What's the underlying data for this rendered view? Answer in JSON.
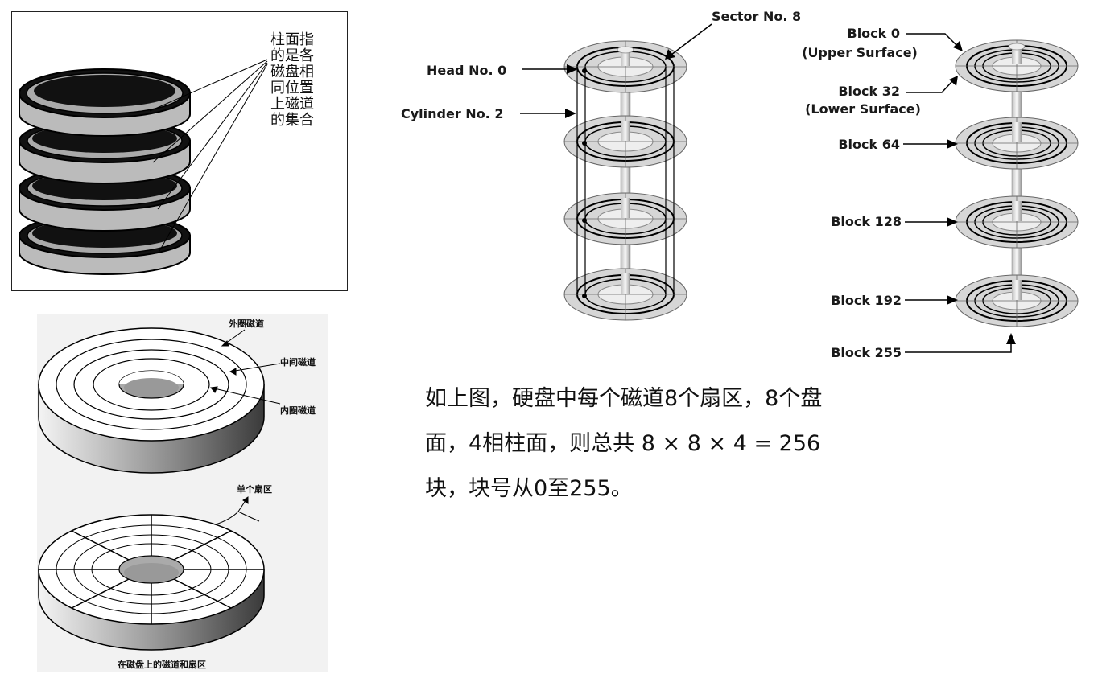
{
  "cylinder_fig": {
    "label_lines": [
      "柱面指",
      "的是各",
      "磁盘相",
      "同位置",
      "上磁道",
      "的集合"
    ]
  },
  "track_fig": {
    "outer_track": "外圈磁道",
    "middle_track": "中间磁道",
    "inner_track": "内圈磁道",
    "single_sector": "单个扇区",
    "caption": "在磁盘上的磁道和扇区"
  },
  "head_fig": {
    "sector": "Sector No. 8",
    "head": "Head No. 0",
    "cylinder": "Cylinder No. 2"
  },
  "block_fig": {
    "block0_line1": "Block 0",
    "block0_line2": "(Upper Surface)",
    "block32_line1": "Block 32",
    "block32_line2": "(Lower Surface)",
    "block64": "Block 64",
    "block128": "Block 128",
    "block192": "Block 192",
    "block255": "Block 255"
  },
  "caption": {
    "line1": "如上图，硬盘中每个磁道8个扇区，8个盘",
    "line2": "面，4相柱面，则总共 8 × 8 × 4 = 256",
    "line3": "块，块号从0至255。"
  }
}
